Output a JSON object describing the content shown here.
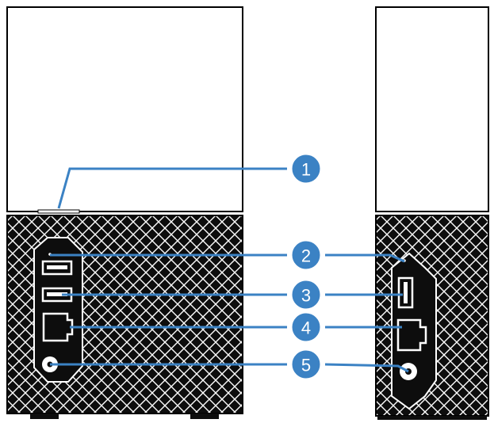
{
  "colors": {
    "callout_fill": "#3b82c4",
    "callout_stroke": "#ffffff",
    "leader_line": "#3b82c4",
    "device_body": "#ffffff",
    "device_outline": "#000000",
    "grille_dark": "#0d0d0d",
    "grille_line": "#ffffff"
  },
  "callouts": [
    {
      "label": "1",
      "target": "power-indicator-light-icon"
    },
    {
      "label": "2",
      "target": "usb-port-1-icon"
    },
    {
      "label": "3",
      "target": "usb-port-2-icon"
    },
    {
      "label": "4",
      "target": "ethernet-port-icon"
    },
    {
      "label": "5",
      "target": "power-port-icon"
    }
  ],
  "icons": [
    "power-indicator-light-icon",
    "usb-port-icon",
    "ethernet-port-icon",
    "power-port-icon",
    "reset-button-icon"
  ]
}
